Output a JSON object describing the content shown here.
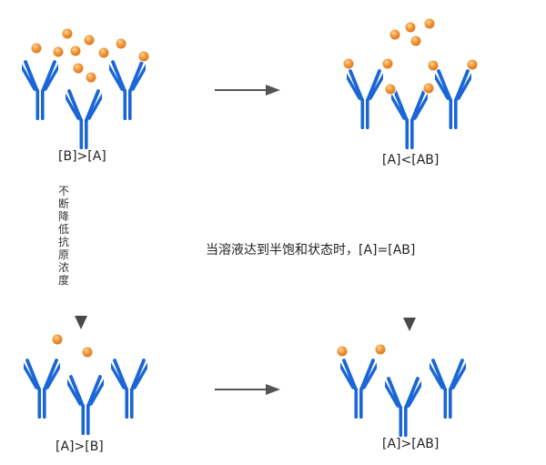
{
  "colors": {
    "antibody": "#1a66d6",
    "antibody_dark": "#0f4fb0",
    "antigen": "#f0902e",
    "antigen_ring": "#ffffff",
    "arrow": "#555555"
  },
  "icons": {
    "antibody": "Y-shaped-antibody-icon",
    "antigen": "orange-sphere-icon"
  },
  "panels": {
    "top_left": {
      "label": "[B]>[A]"
    },
    "top_right": {
      "label": "[A]<[AB]"
    },
    "bottom_left": {
      "label": "[A]>[B]"
    },
    "bottom_right": {
      "label": "[A]>[AB]"
    }
  },
  "annotations": {
    "left_vertical": "不断降低抗原浓度",
    "right_middle": "当溶液达到半饱和状态时，[A]=[AB]"
  }
}
